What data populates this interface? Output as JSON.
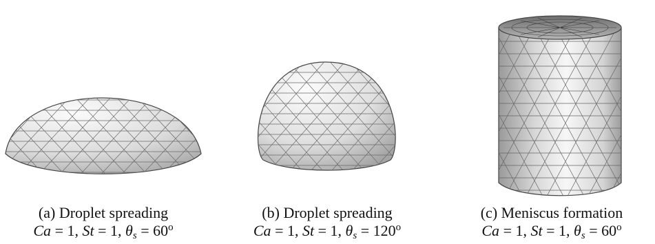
{
  "panels": [
    {
      "label": "(a)",
      "title": "Droplet spreading",
      "ca": "1",
      "st": "1",
      "theta": "60",
      "deg": "o"
    },
    {
      "label": "(b)",
      "title": "Droplet spreading",
      "ca": "1",
      "st": "1",
      "theta": "120",
      "deg": "o"
    },
    {
      "label": "(c)",
      "title": "Meniscus formation",
      "ca": "1",
      "st": "1",
      "theta": "60",
      "deg": "o"
    }
  ],
  "symbols": {
    "ca": "Ca",
    "st": "St",
    "theta": "θ",
    "sub": "s",
    "eq": " = ",
    "sep": ", "
  },
  "colors": {
    "surface": "#dcdcdc",
    "mesh": "#6a6a6a",
    "text": "#111111"
  }
}
